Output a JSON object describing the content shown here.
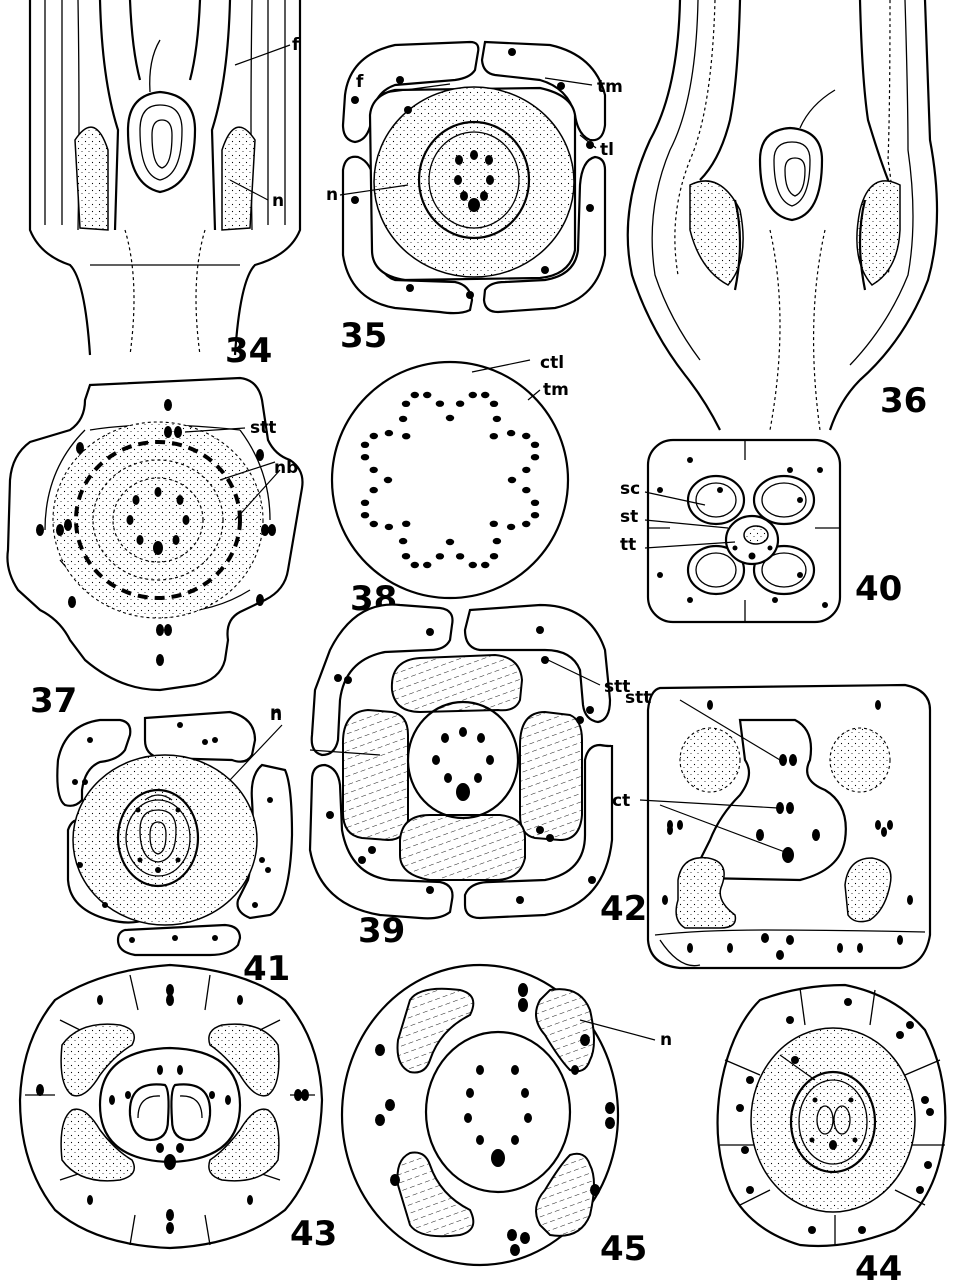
{
  "figures": {
    "f34": "34",
    "f35": "35",
    "f36": "36",
    "f37": "37",
    "f38": "38",
    "f39": "39",
    "f40": "40",
    "f41": "41",
    "f42": "42",
    "f43": "43",
    "f44": "44",
    "f45": "45"
  },
  "labels": {
    "f": "f",
    "tm": "tm",
    "tl": "tl",
    "n": "n",
    "ctl": "ctl",
    "stt": "stt",
    "nb": "nb",
    "sc": "sc",
    "st": "st",
    "tt": "tt",
    "ct": "ct"
  },
  "colors": {
    "ink": "#000000",
    "paper": "#ffffff"
  }
}
